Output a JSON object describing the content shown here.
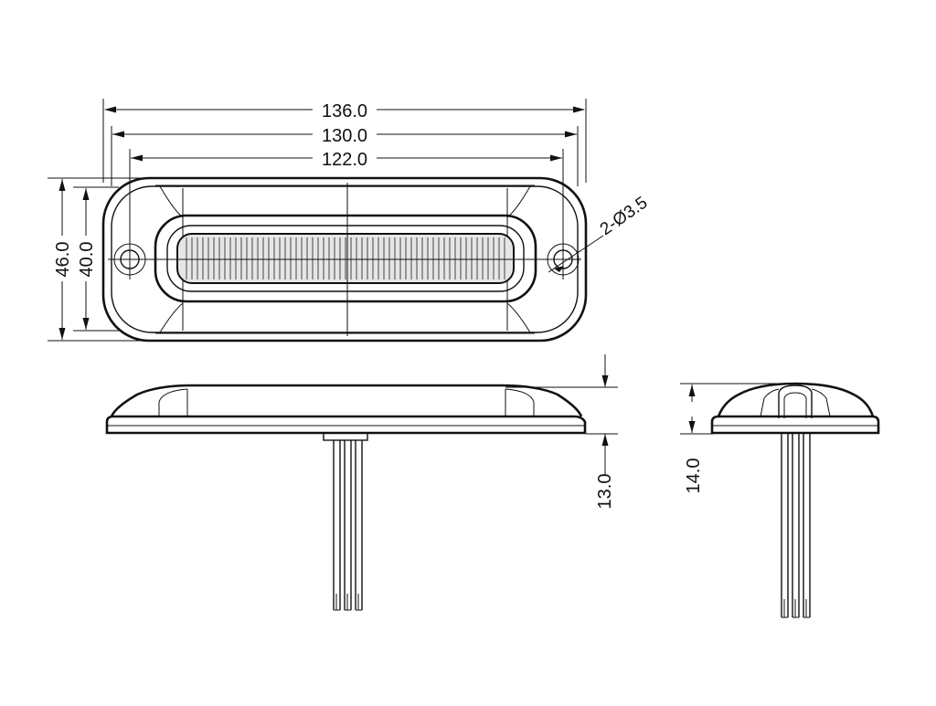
{
  "drawing": {
    "dimensions": {
      "overall_length": "136.0",
      "base_length": "130.0",
      "hole_spacing": "122.0",
      "overall_width": "46.0",
      "inner_width": "40.0",
      "hole_callout": "2-Ø3.5",
      "side_height": "13.0",
      "end_height": "14.0"
    },
    "views": [
      "top-view",
      "side-view",
      "end-view"
    ],
    "line_color": "#111111",
    "background": "#ffffff"
  }
}
